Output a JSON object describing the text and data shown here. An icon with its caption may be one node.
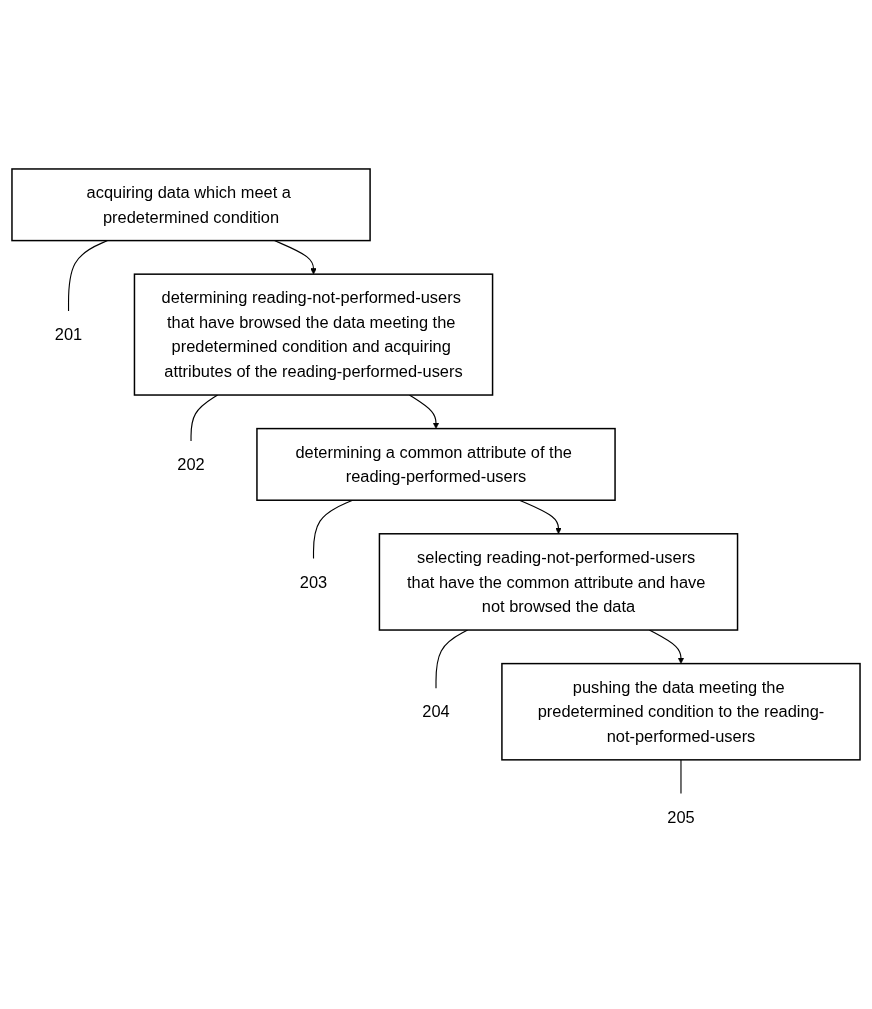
{
  "diagram": {
    "nodes": [
      {
        "text": [
          "acquiring data which meet a predetermined condition"
        ]
      },
      {
        "text": [
          "201"
        ]
      },
      {
        "text": [
          "determining reading-not-performed-users that have browsed the data meeting the predetermined condition and acquiring attributes of the reading-performed-users"
        ]
      },
      {
        "text": [
          "202"
        ]
      },
      {
        "text": [
          "determining a common attribute of the reading-performed-users"
        ]
      },
      {
        "text": [
          "203"
        ]
      },
      {
        "text": [
          "selecting reading-not-performed-users that have the common attribute and have not browsed the data"
        ]
      },
      {
        "text": [
          "204"
        ]
      },
      {
        "text": [
          "pushing the data meeting the predetermined condition to the reading-not-performed-users"
        ]
      },
      {
        "text": [
          "205"
        ]
      }
    ],
    "edges": [
      {
        "from": 0,
        "to": 2,
        "arrow": "to"
      },
      {
        "from": 2,
        "to": 4,
        "arrow": "to"
      },
      {
        "from": 4,
        "to": 6,
        "arrow": "to"
      },
      {
        "from": 6,
        "to": 8,
        "arrow": "to"
      },
      {
        "from": 1,
        "to": 0,
        "arrow": "none"
      },
      {
        "from": 3,
        "to": 2,
        "arrow": "none"
      },
      {
        "from": 5,
        "to": 4,
        "arrow": "none"
      },
      {
        "from": 7,
        "to": 6,
        "arrow": "none"
      },
      {
        "from": 9,
        "to": 8,
        "arrow": "none"
      }
    ]
  }
}
